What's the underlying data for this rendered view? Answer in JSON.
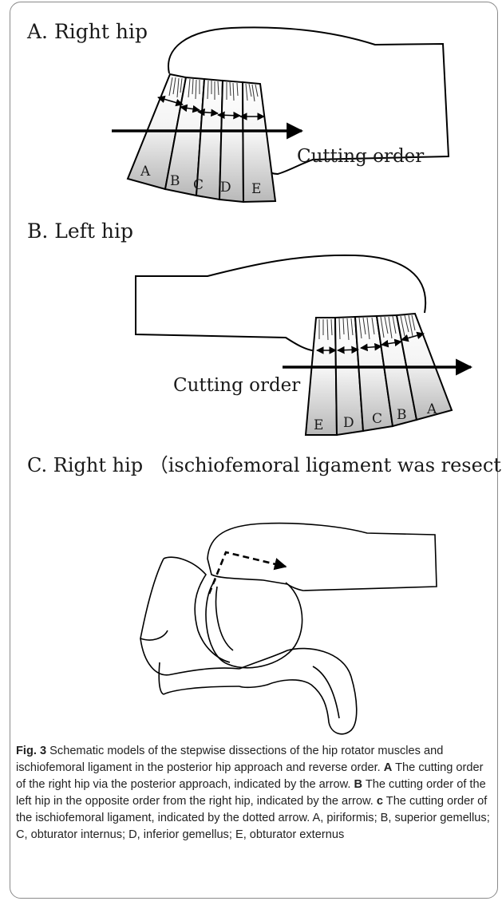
{
  "panels": {
    "a": {
      "title": "A. Right hip",
      "arrow_label": "Cutting order",
      "muscle_labels": [
        "A",
        "B",
        "C",
        "D",
        "E"
      ]
    },
    "b": {
      "title": "B. Left hip",
      "arrow_label": "Cutting order",
      "muscle_labels": [
        "E",
        "D",
        "C",
        "B",
        "A"
      ]
    },
    "c": {
      "title": "C. Right hip （ischiofemoral ligament was resected)"
    }
  },
  "caption": {
    "fig_label": "Fig. 3",
    "intro": "Schematic models of the stepwise dissections of the hip rotator muscles and ischiofemoral ligament in the posterior hip approach and reverse order.",
    "a_key": "A",
    "a_text": "The cutting order of the right hip via the posterior approach, indicated by the arrow.",
    "b_key": "B",
    "b_text": "The cutting order of the left hip in the opposite order from the right hip, indicated by the arrow.",
    "c_key": "c",
    "c_text": "The cutting order of the ischiofemoral ligament, indicated by the dotted arrow. A, piriformis; B, superior gemellus; C, obturator internus; D, inferior gemellus; E, obturator externus"
  }
}
